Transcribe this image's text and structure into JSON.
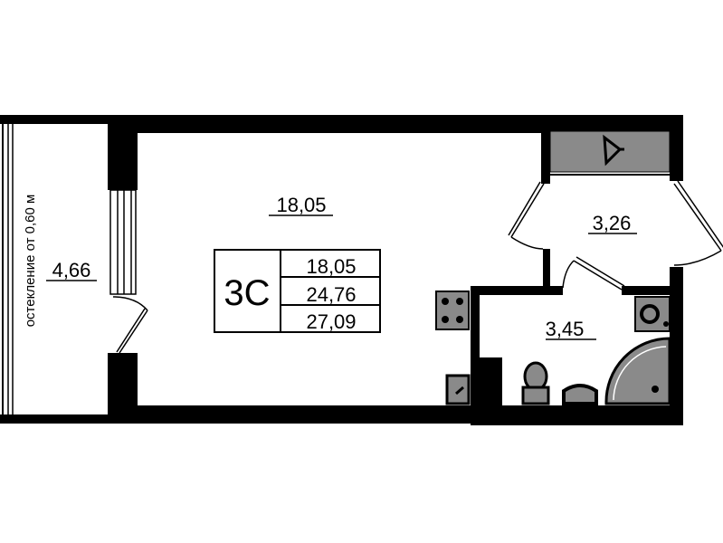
{
  "rooms": {
    "main_room_area": "18,05",
    "loggia_area": "4,66",
    "hall_area": "3,26",
    "bathroom_area": "3,45"
  },
  "loggia_note": "остекление от 0,60 м",
  "summary": {
    "type": "3С",
    "living_area": "18,05",
    "total_area": "24,76",
    "total_with_loggia": "27,09"
  },
  "colors": {
    "wall": "#000000",
    "fixture": "#8a8a8a"
  }
}
